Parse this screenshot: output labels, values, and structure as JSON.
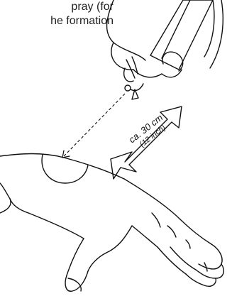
{
  "instruction": {
    "lines": [
      "pray (for",
      "he formation"
    ]
  },
  "distance_label": {
    "metric": "ca. 30 cm",
    "imperial": "(12 inch)"
  }
}
